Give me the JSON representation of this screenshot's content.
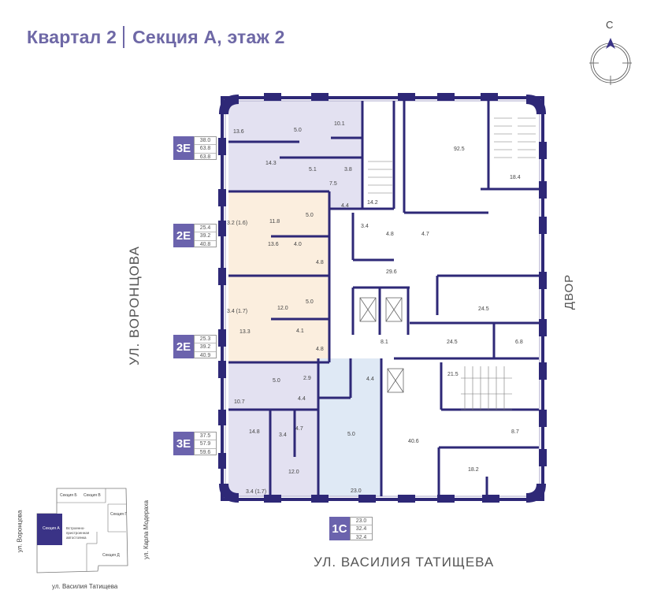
{
  "header": {
    "quarter": "Квартал 2",
    "section_floor": "Секция А, этаж 2"
  },
  "compass": {
    "north_label": "С"
  },
  "streets": {
    "left": "УЛ. ВОРОНЦОВА",
    "bottom": "УЛ. ВАСИЛИЯ ТАТИЩЕВА",
    "right": "ДВОР"
  },
  "colors": {
    "accent": "#6b63ad",
    "wall": "#2e2877",
    "apt_3e": "#e3e1f1",
    "apt_2e": "#fbeede",
    "apt_1c": "#dfe9f5"
  },
  "apartments": [
    {
      "code": "3Е",
      "values": [
        "38.0",
        "63.8",
        "63.8"
      ]
    },
    {
      "code": "2Е",
      "values": [
        "25.4",
        "39.2",
        "40.8"
      ]
    },
    {
      "code": "2Е",
      "values": [
        "25.3",
        "39.2",
        "40.9"
      ]
    },
    {
      "code": "3Е",
      "values": [
        "37.5",
        "57.9",
        "59.6"
      ]
    },
    {
      "code": "1С",
      "values": [
        "23.0",
        "32.4",
        "32.4"
      ]
    }
  ],
  "rooms": {
    "a1": [
      "13.6",
      "5.0",
      "10.1",
      "14.3",
      "5.1",
      "3.8",
      "7.5",
      "4.4"
    ],
    "a2": [
      "3.2 (1.6)",
      "11.8",
      "5.0",
      "13.6",
      "4.0",
      "4.8"
    ],
    "a3": [
      "3.4 (1.7)",
      "12.0",
      "5.0",
      "13.3",
      "4.1",
      "4.8"
    ],
    "a4": [
      "5.0",
      "2.9",
      "10.7",
      "4.4",
      "14.8",
      "3.4",
      "4.7",
      "12.0",
      "3.4 (1.7)"
    ],
    "a5": [
      "4.4",
      "5.0",
      "23.0"
    ],
    "common": [
      "14.2",
      "3.4",
      "4.8",
      "4.7",
      "29.6",
      "8.1",
      "92.5",
      "18.4",
      "24.5",
      "24.5",
      "6.8",
      "21.5",
      "40.6",
      "8.7",
      "18.2"
    ]
  },
  "minimap": {
    "sections": [
      "Секция А",
      "Секция Б",
      "Секция В",
      "Секция Г",
      "Секция Д"
    ],
    "courtyard": "Встроенно-пристроенная автостоянка",
    "streets": {
      "left": "ул. Воронцова",
      "bottom": "ул. Василия Татищева",
      "right": "ул. Карла Модераха"
    }
  }
}
